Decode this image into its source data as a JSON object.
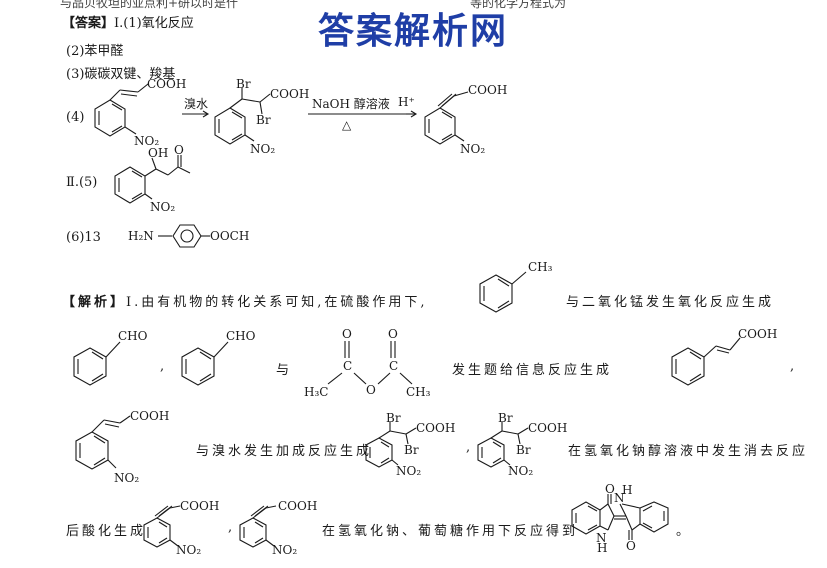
{
  "watermark": "答案解析网",
  "top_fragments": [
    "与品贝牧坦的亚点利+研以时是什",
    "等的化学方程式为"
  ],
  "answer": {
    "label": "【答案】",
    "q1": "Ⅰ.(1)氧化反应",
    "q2": "(2)苯甲醛",
    "q3": "(3)碳碳双键、羧基",
    "q4_label": "(4)",
    "reagent1": "溴水",
    "reagent2": "NaOH 醇溶液",
    "reagent2_cond": "△",
    "reagent3": "H⁺",
    "q5_label": "Ⅱ.(5)",
    "q6_label": "(6)13",
    "q6_formula_left": "H₂N",
    "q6_formula_right": "OOCH"
  },
  "analysis": {
    "label": "【解析】",
    "line1_a": "Ⅰ.由有机物的转化关系可知,在硫酸作用下,",
    "line1_b": "与二氧化锰发生氧化反应生成",
    "line2_a": ",",
    "line2_b": "与",
    "line2_c": "发生题给信息反应生成",
    "line2_d": ",",
    "line3_a": "与溴水发生加成反应生成",
    "line3_b": ",",
    "line3_c": "在氢氧化钠醇溶液中发生消去反应",
    "line4_a": "后酸化生成",
    "line4_b": ",",
    "line4_c": "在氢氧化钠、葡萄糖作用下反应得到",
    "line4_d": "。"
  },
  "chem_labels": {
    "cooh": "COOH",
    "no2": "NO₂",
    "br": "Br",
    "oh": "OH",
    "o": "O",
    "cho": "CHO",
    "ch3": "CH₃",
    "h3c": "H₃C",
    "c": "C",
    "n": "N",
    "h": "H"
  }
}
